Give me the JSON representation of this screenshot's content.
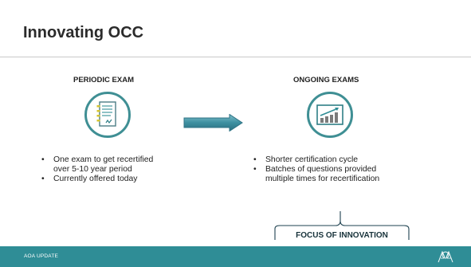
{
  "title": "Innovating OCC",
  "left_column": {
    "heading": "PERIODIC EXAM",
    "icon": "checklist-document-icon",
    "bullets": [
      "One exam to get recertified over 5-10 year period",
      "Currently offered today"
    ]
  },
  "right_column": {
    "heading": "ONGOING EXAMS",
    "icon": "rising-bar-chart-icon",
    "bullets": [
      "Shorter certification cycle",
      "Batches of questions provided multiple times for recertification"
    ]
  },
  "focus_label": "FOCUS OF INNOVATION",
  "footer": {
    "text": "AOA UPDATE",
    "logo": "aoa-logo"
  },
  "colors": {
    "accent": "#2f8d96",
    "icon_ring": "#3f8f94",
    "arrow_fill": "#3d8fa0"
  }
}
